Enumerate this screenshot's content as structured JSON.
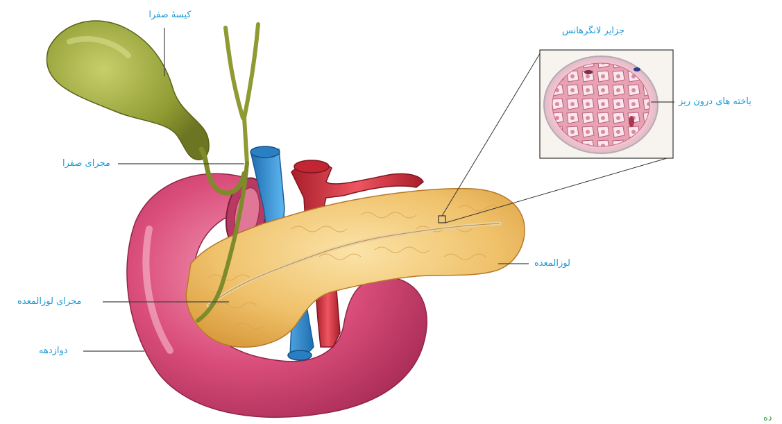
{
  "labels": {
    "gallbladder": "کیسۀ صفرا",
    "islets_of_langerhans": "جزایر لانگرهانس",
    "endocrine_cells": "یاخته های درون ریز",
    "bile_duct": "مجرای صفرا",
    "pancreas": "لوزالمعده",
    "pancreatic_duct": "مجرای لوزالمعده",
    "duodenum": "دوازدهه",
    "page_corner": "ده"
  },
  "colors": {
    "label_text": "#1a9ad6",
    "leader_line": "#444444",
    "duodenum": "#d94d7a",
    "pancreas": "#f0c874",
    "gallbladder": "#9aa63a",
    "vein": "#2f8fd0",
    "artery": "#d8343f",
    "corner_text": "#2aa84a"
  }
}
